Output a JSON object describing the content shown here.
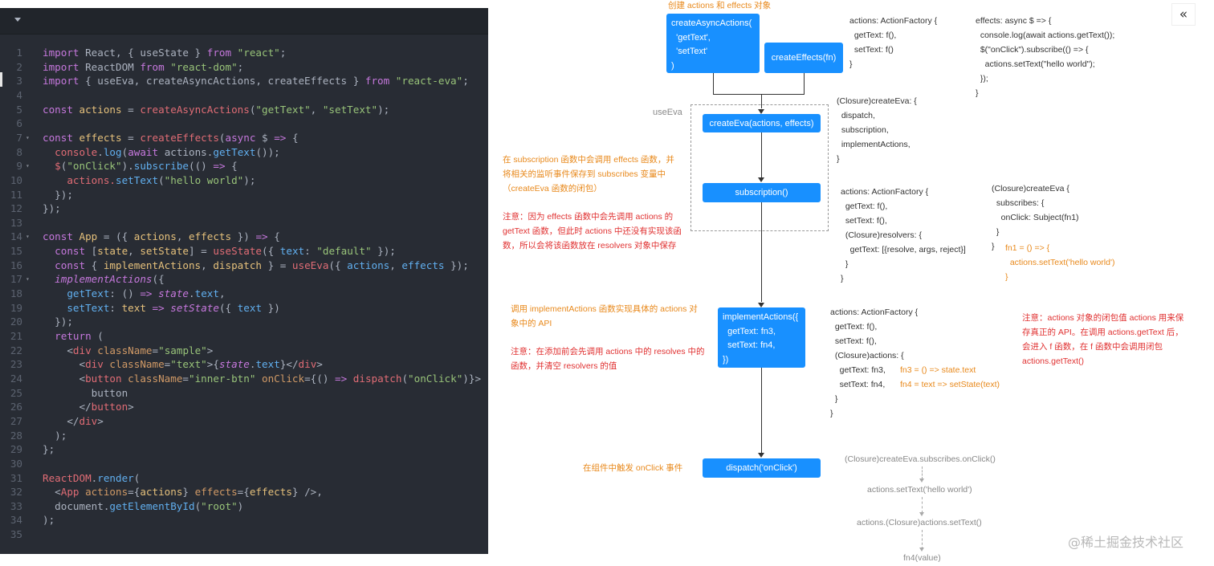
{
  "editor": {
    "lines": [
      {
        "n": "1",
        "fold": "",
        "tokens": [
          [
            "import",
            "kw"
          ],
          [
            " React, { useState } ",
            "pl"
          ],
          [
            "from",
            "kw"
          ],
          [
            " ",
            "pl"
          ],
          [
            "\"react\"",
            "str"
          ],
          [
            ";",
            "pl"
          ]
        ]
      },
      {
        "n": "2",
        "fold": "",
        "tokens": [
          [
            "import",
            "kw"
          ],
          [
            " ReactDOM ",
            "pl"
          ],
          [
            "from",
            "kw"
          ],
          [
            " ",
            "pl"
          ],
          [
            "\"react-dom\"",
            "str"
          ],
          [
            ";",
            "pl"
          ]
        ]
      },
      {
        "n": "3",
        "fold": "",
        "tokens": [
          [
            "import",
            "kw"
          ],
          [
            " { useEva, createAsyncActions, createEffects } ",
            "pl"
          ],
          [
            "from",
            "kw"
          ],
          [
            " ",
            "pl"
          ],
          [
            "\"react-eva\"",
            "str"
          ],
          [
            ";",
            "pl"
          ]
        ]
      },
      {
        "n": "4",
        "fold": "",
        "tokens": []
      },
      {
        "n": "5",
        "fold": "",
        "tokens": [
          [
            "const",
            "kw"
          ],
          [
            " ",
            "pl"
          ],
          [
            "actions",
            "par"
          ],
          [
            " = ",
            "pl"
          ],
          [
            "createAsyncActions",
            "var"
          ],
          [
            "(",
            "pl"
          ],
          [
            "\"getText\"",
            "str"
          ],
          [
            ", ",
            "pl"
          ],
          [
            "\"setText\"",
            "str"
          ],
          [
            ");",
            "pl"
          ]
        ]
      },
      {
        "n": "6",
        "fold": "",
        "tokens": []
      },
      {
        "n": "7",
        "fold": "▾",
        "tokens": [
          [
            "const",
            "kw"
          ],
          [
            " ",
            "pl"
          ],
          [
            "effects",
            "par"
          ],
          [
            " = ",
            "pl"
          ],
          [
            "createEffects",
            "var"
          ],
          [
            "(",
            "pl"
          ],
          [
            "async",
            "kw"
          ],
          [
            " $ ",
            "pl"
          ],
          [
            "=>",
            "kw"
          ],
          [
            " {",
            "pl"
          ]
        ]
      },
      {
        "n": "8",
        "fold": "",
        "tokens": [
          [
            "  console",
            "var"
          ],
          [
            ".",
            "pl"
          ],
          [
            "log",
            "fn"
          ],
          [
            "(",
            "pl"
          ],
          [
            "await",
            "kw"
          ],
          [
            " actions.",
            "pl"
          ],
          [
            "getText",
            "fn"
          ],
          [
            "());",
            "pl"
          ]
        ]
      },
      {
        "n": "9",
        "fold": "▾",
        "tokens": [
          [
            "  $",
            "var"
          ],
          [
            "(",
            "pl"
          ],
          [
            "\"onClick\"",
            "str"
          ],
          [
            ").",
            "pl"
          ],
          [
            "subscribe",
            "fn"
          ],
          [
            "(() ",
            "pl"
          ],
          [
            "=>",
            "kw"
          ],
          [
            " {",
            "pl"
          ]
        ]
      },
      {
        "n": "10",
        "fold": "",
        "tokens": [
          [
            "    actions.",
            "var"
          ],
          [
            "setText",
            "fn"
          ],
          [
            "(",
            "pl"
          ],
          [
            "\"hello world\"",
            "str"
          ],
          [
            ");",
            "pl"
          ]
        ]
      },
      {
        "n": "11",
        "fold": "",
        "tokens": [
          [
            "  });",
            "pl"
          ]
        ]
      },
      {
        "n": "12",
        "fold": "",
        "tokens": [
          [
            "});",
            "pl"
          ]
        ]
      },
      {
        "n": "13",
        "fold": "",
        "tokens": []
      },
      {
        "n": "14",
        "fold": "▾",
        "tokens": [
          [
            "const",
            "kw"
          ],
          [
            " ",
            "pl"
          ],
          [
            "App",
            "par"
          ],
          [
            " = ({ ",
            "pl"
          ],
          [
            "actions",
            "par"
          ],
          [
            ", ",
            "pl"
          ],
          [
            "effects",
            "par"
          ],
          [
            " }) ",
            "pl"
          ],
          [
            "=>",
            "kw"
          ],
          [
            " {",
            "pl"
          ]
        ]
      },
      {
        "n": "15",
        "fold": "",
        "tokens": [
          [
            "  const",
            "kw"
          ],
          [
            " [",
            "pl"
          ],
          [
            "state",
            "par"
          ],
          [
            ", ",
            "pl"
          ],
          [
            "setState",
            "par"
          ],
          [
            "] = ",
            "pl"
          ],
          [
            "useState",
            "var"
          ],
          [
            "({ ",
            "pl"
          ],
          [
            "text",
            "fn"
          ],
          [
            ": ",
            "pl"
          ],
          [
            "\"default\"",
            "str"
          ],
          [
            " });",
            "pl"
          ]
        ]
      },
      {
        "n": "16",
        "fold": "",
        "tokens": [
          [
            "  const",
            "kw"
          ],
          [
            " { ",
            "pl"
          ],
          [
            "implementActions",
            "par"
          ],
          [
            ", ",
            "pl"
          ],
          [
            "dispatch",
            "par"
          ],
          [
            " } = ",
            "pl"
          ],
          [
            "useEva",
            "var"
          ],
          [
            "({ ",
            "pl"
          ],
          [
            "actions",
            "fn"
          ],
          [
            ", ",
            "pl"
          ],
          [
            "effects",
            "fn"
          ],
          [
            " });",
            "pl"
          ]
        ]
      },
      {
        "n": "17",
        "fold": "▾",
        "tokens": [
          [
            "  implementActions",
            "it"
          ],
          [
            "({",
            "pl"
          ]
        ]
      },
      {
        "n": "18",
        "fold": "",
        "tokens": [
          [
            "    getText",
            "fn"
          ],
          [
            ": () ",
            "pl"
          ],
          [
            "=>",
            "kw"
          ],
          [
            " ",
            "pl"
          ],
          [
            "state",
            "it"
          ],
          [
            ".",
            "pl"
          ],
          [
            "text",
            "fn"
          ],
          [
            ",",
            "pl"
          ]
        ]
      },
      {
        "n": "19",
        "fold": "",
        "tokens": [
          [
            "    setText",
            "fn"
          ],
          [
            ": ",
            "pl"
          ],
          [
            "text",
            "par"
          ],
          [
            " ",
            "pl"
          ],
          [
            "=>",
            "kw"
          ],
          [
            " ",
            "pl"
          ],
          [
            "setState",
            "it"
          ],
          [
            "({ ",
            "pl"
          ],
          [
            "text",
            "fn"
          ],
          [
            " })",
            "pl"
          ]
        ]
      },
      {
        "n": "20",
        "fold": "",
        "tokens": [
          [
            "  });",
            "pl"
          ]
        ]
      },
      {
        "n": "21",
        "fold": "",
        "tokens": [
          [
            "  return",
            "kw"
          ],
          [
            " (",
            "pl"
          ]
        ]
      },
      {
        "n": "22",
        "fold": "",
        "tokens": [
          [
            "    <",
            "pl"
          ],
          [
            "div",
            "tag"
          ],
          [
            " ",
            "pl"
          ],
          [
            "className",
            "attr"
          ],
          [
            "=",
            "pl"
          ],
          [
            "\"sample\"",
            "str"
          ],
          [
            ">",
            "pl"
          ]
        ]
      },
      {
        "n": "23",
        "fold": "",
        "tokens": [
          [
            "      <",
            "pl"
          ],
          [
            "div",
            "tag"
          ],
          [
            " ",
            "pl"
          ],
          [
            "className",
            "attr"
          ],
          [
            "=",
            "pl"
          ],
          [
            "\"text\"",
            "str"
          ],
          [
            ">{",
            "pl"
          ],
          [
            "state",
            "it"
          ],
          [
            ".",
            "pl"
          ],
          [
            "text",
            "fn"
          ],
          [
            "}</",
            "pl"
          ],
          [
            "div",
            "tag"
          ],
          [
            ">",
            "pl"
          ]
        ]
      },
      {
        "n": "24",
        "fold": "",
        "tokens": [
          [
            "      <",
            "pl"
          ],
          [
            "button",
            "tag"
          ],
          [
            " ",
            "pl"
          ],
          [
            "className",
            "attr"
          ],
          [
            "=",
            "pl"
          ],
          [
            "\"inner-btn\"",
            "str"
          ],
          [
            " ",
            "pl"
          ],
          [
            "onClick",
            "attr"
          ],
          [
            "={() ",
            "pl"
          ],
          [
            "=>",
            "kw"
          ],
          [
            " ",
            "pl"
          ],
          [
            "dispatch",
            "var"
          ],
          [
            "(",
            "pl"
          ],
          [
            "\"onClick\"",
            "str"
          ],
          [
            ")}>",
            "pl"
          ]
        ]
      },
      {
        "n": "25",
        "fold": "",
        "tokens": [
          [
            "        button",
            "pl"
          ]
        ]
      },
      {
        "n": "26",
        "fold": "",
        "tokens": [
          [
            "      </",
            "pl"
          ],
          [
            "button",
            "tag"
          ],
          [
            ">",
            "pl"
          ]
        ]
      },
      {
        "n": "27",
        "fold": "",
        "tokens": [
          [
            "    </",
            "pl"
          ],
          [
            "div",
            "tag"
          ],
          [
            ">",
            "pl"
          ]
        ]
      },
      {
        "n": "28",
        "fold": "",
        "tokens": [
          [
            "  );",
            "pl"
          ]
        ]
      },
      {
        "n": "29",
        "fold": "",
        "tokens": [
          [
            "};",
            "pl"
          ]
        ]
      },
      {
        "n": "30",
        "fold": "",
        "tokens": []
      },
      {
        "n": "31",
        "fold": "",
        "tokens": [
          [
            "ReactDOM",
            "var"
          ],
          [
            ".",
            "pl"
          ],
          [
            "render",
            "fn"
          ],
          [
            "(",
            "pl"
          ]
        ]
      },
      {
        "n": "32",
        "fold": "",
        "tokens": [
          [
            "  <",
            "pl"
          ],
          [
            "App",
            "tag"
          ],
          [
            " ",
            "pl"
          ],
          [
            "actions",
            "attr"
          ],
          [
            "={",
            "pl"
          ],
          [
            "actions",
            "par"
          ],
          [
            "} ",
            "pl"
          ],
          [
            "effects",
            "attr"
          ],
          [
            "={",
            "pl"
          ],
          [
            "effects",
            "par"
          ],
          [
            "} />,",
            "pl"
          ]
        ]
      },
      {
        "n": "33",
        "fold": "",
        "tokens": [
          [
            "  document.",
            "pl"
          ],
          [
            "getElementById",
            "fn"
          ],
          [
            "(",
            "pl"
          ],
          [
            "\"root\"",
            "str"
          ],
          [
            ")",
            "pl"
          ]
        ]
      },
      {
        "n": "34",
        "fold": "",
        "tokens": [
          [
            ");",
            "pl"
          ]
        ]
      },
      {
        "n": "35",
        "fold": "",
        "tokens": []
      }
    ]
  },
  "diagram": {
    "top_title": "创建 actions 和 effects 对象",
    "use_eva_label": "useEva",
    "boxes": {
      "create_async_actions": "createAsyncActions(\n  'getText',\n  'setText'\n)",
      "create_effects": "createEffects(fn)",
      "create_eva": "createEva(actions, effects)",
      "subscription": "subscription()",
      "implement_actions": "implementActions({\n  getText: fn3,\n  setText: fn4,\n})",
      "dispatch": "dispatch('onClick')"
    },
    "annotations": {
      "actions_factory_1": "actions: ActionFactory {\n  getText: f(),\n  setText: f()\n}",
      "effects_code": "effects: async $ => {\n  console.log(await actions.getText());\n  $(\"onClick\").subscribe(() => {\n    actions.setText(\"hello world\");\n  });\n}",
      "closure_create_eva_1": "(Closure)createEva: {\n  dispatch,\n  subscription,\n  implementActions,\n}",
      "subscription_note": "在 subscription 函数中会调用 effects 函数，并\n将相关的监听事件保存到 subscribes 变量中\n（createEva 函数的闭包）",
      "subscription_warning": "注意：因为 effects 函数中会先调用 actions 的\ngetText 函数，但此时 actions 中还没有实现该函\n数，所以会将该函数放在 resolvers 对象中保存",
      "actions_factory_2": "actions: ActionFactory {\n  getText: f(),\n  setText: f(),\n  (Closure)resolvers: {\n    getText: [{resolve, args, reject}]\n  }\n}",
      "closure_create_eva_2": "(Closure)createEva {\n  subscribes: {\n    onClick: Subject(fn1)\n  }\n}",
      "fn1_code": "fn1 = () => {\n  actions.setText('hello world')\n}",
      "implement_note": "调用 implementActions 函数实现具体的 actions 对\n象中的 API",
      "implement_warning": "注意：在添加前会先调用 actions 中的 resolves 中的\n函数，并清空 resolvers 的值",
      "actions_factory_3": "actions: ActionFactory {\n  getText: f(),\n  setText: f(),\n  (Closure)actions: {\n    getText: fn3,\n    setText: fn4,\n  }\n}",
      "fn3_fn4_code": "fn3 = () => state.text\nfn4 = text => setState(text)",
      "closure_actions_note": "注意：actions 对象的闭包值 actions 用来保\n存真正的 API。在调用 actions.getText 后，\n会进入 f 函数，在 f 函数中会调用闭包\nactions.getText()",
      "dispatch_note": "在组件中触发 onClick 事件",
      "chain_1": "(Closure)createEva.subscribes.onClick()",
      "chain_2": "actions.setText('hello world')",
      "chain_3": "actions.(Closure)actions.setText()",
      "chain_4": "fn4(value)"
    }
  },
  "ui": {
    "collapse_icon": "«",
    "watermark": "@稀土掘金技术社区"
  }
}
